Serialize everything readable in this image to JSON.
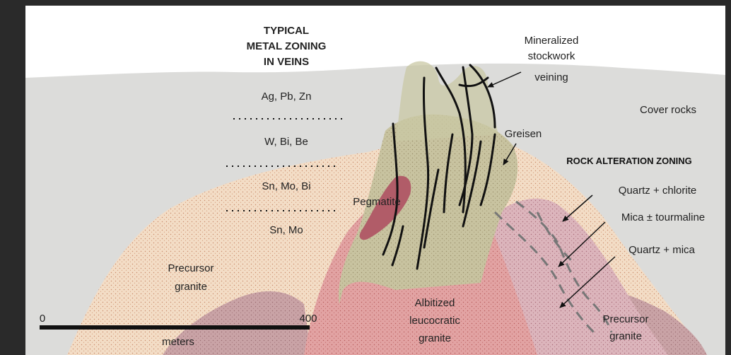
{
  "diagram": {
    "title_lines": [
      "TYPICAL",
      "METAL ZONING",
      "IN VEINS"
    ],
    "vein_zones": [
      "Ag, Pb, Zn",
      "W, Bi, Be",
      "Sn, Mo, Bi",
      "Sn, Mo"
    ],
    "labels": {
      "stockwork": [
        "Mineralized",
        "stockwork",
        "veining"
      ],
      "cover_rocks": "Cover rocks",
      "greisen": "Greisen",
      "alteration_title": "ROCK ALTERATION ZONING",
      "quartz_chlorite": "Quartz + chlorite",
      "mica_tourmaline": "Mica ± tourmaline",
      "quartz_mica": "Quartz + mica",
      "pegmatite": "Pegmatite",
      "precursor_left": [
        "Precursor",
        "granite"
      ],
      "precursor_right": [
        "Precursor",
        "granite"
      ],
      "albitized": [
        "Albitized",
        "leucocratic",
        "granite"
      ]
    },
    "scale": {
      "start": "0",
      "end": "400",
      "unit": "meters"
    },
    "colors": {
      "background_frame": "#2a2a2a",
      "sky": "#ffffff",
      "cover_rocks": "#dcdcda",
      "precursor_granite": "#f2dcc4",
      "albitized_granite": "#e3a4a4",
      "greisen": "#c9c8a4",
      "pegmatite": "#b55f6a",
      "alteration_right": "#dcb4bb",
      "veins": "#111111"
    }
  }
}
